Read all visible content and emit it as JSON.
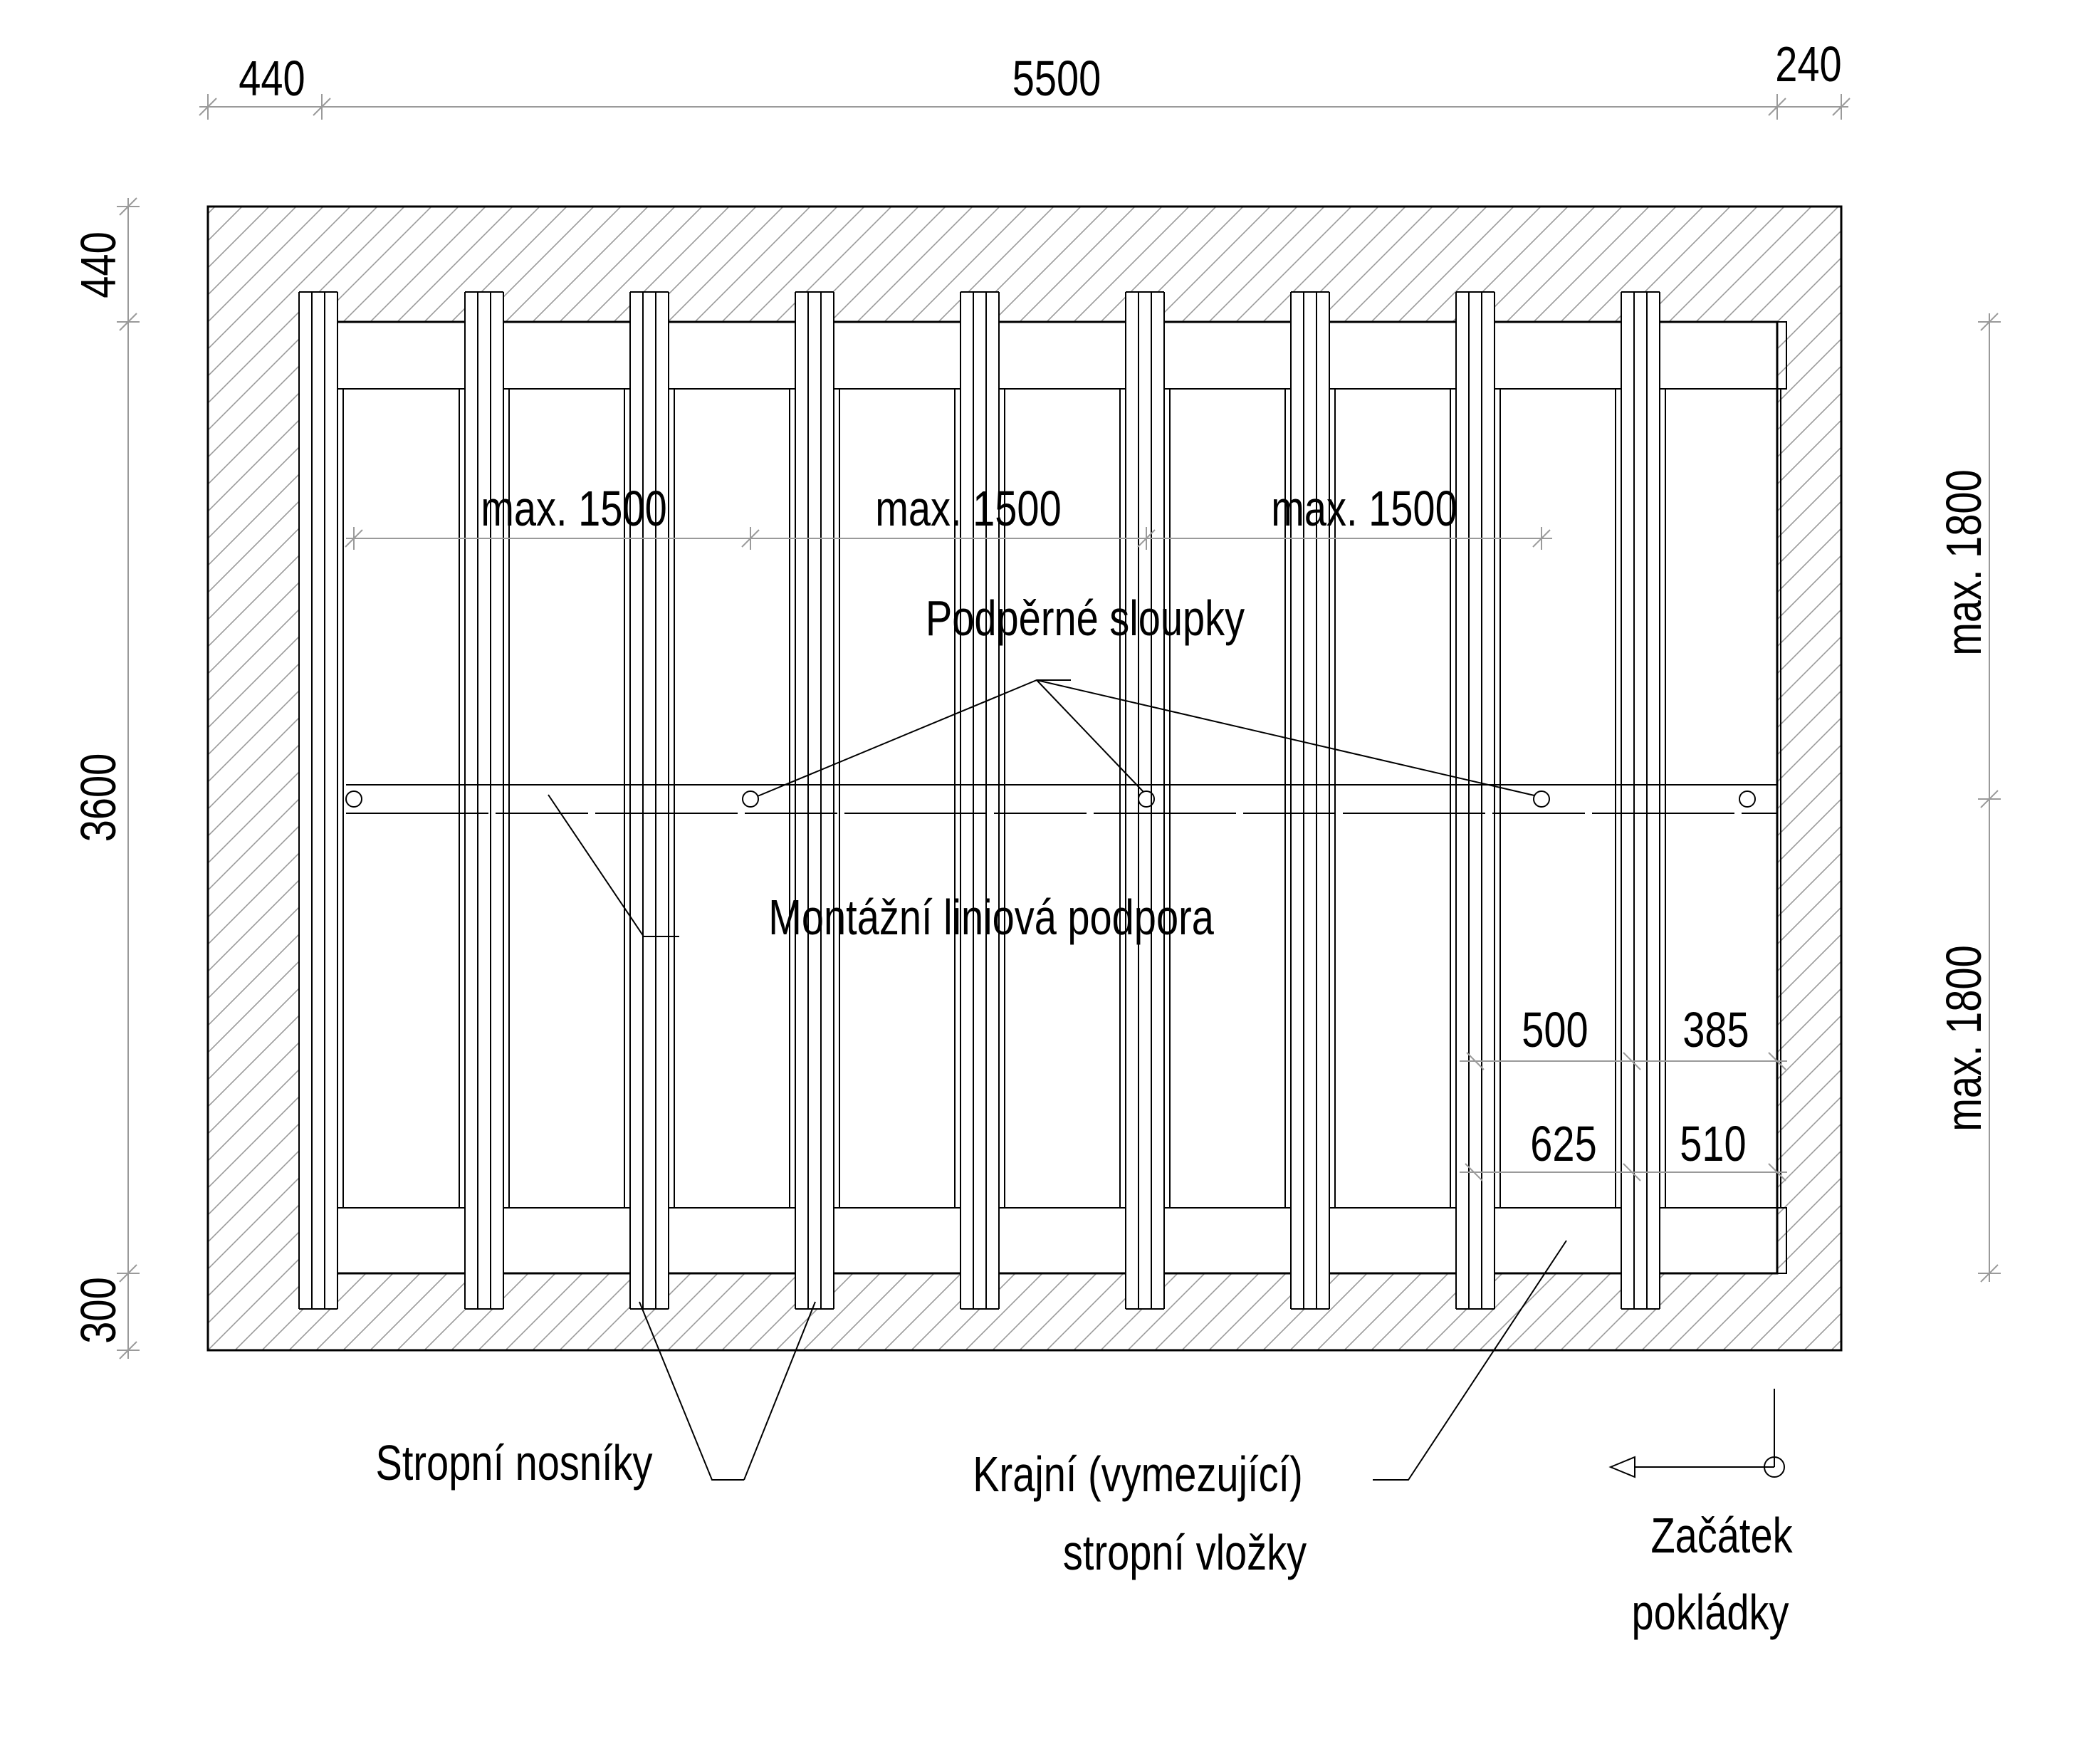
{
  "dimensions": {
    "top_left": "440",
    "top_middle": "5500",
    "top_right": "240",
    "left_top": "440",
    "left_middle": "3600",
    "left_bottom": "300",
    "right_upper": "max. 1800",
    "right_lower": "max. 1800",
    "spans": [
      "max. 1500",
      "max. 1500",
      "max. 1500"
    ],
    "insert_upper": [
      "500",
      "385"
    ],
    "insert_lower": [
      "625",
      "510"
    ]
  },
  "labels": {
    "props": "Podpěrné sloupky",
    "line_support": "Montážní liniová podpora",
    "beams": "Stropní nosníky",
    "edge_inserts_1": "Krajní (vymezující)",
    "edge_inserts_2": "stropní vložky",
    "start_1": "Začátek",
    "start_2": "pokládky"
  },
  "colors": {
    "line": "#000000",
    "hatch": "#9a9a9a",
    "background": "#ffffff"
  },
  "icons": {
    "start_arrow": "arrow-left-icon"
  }
}
